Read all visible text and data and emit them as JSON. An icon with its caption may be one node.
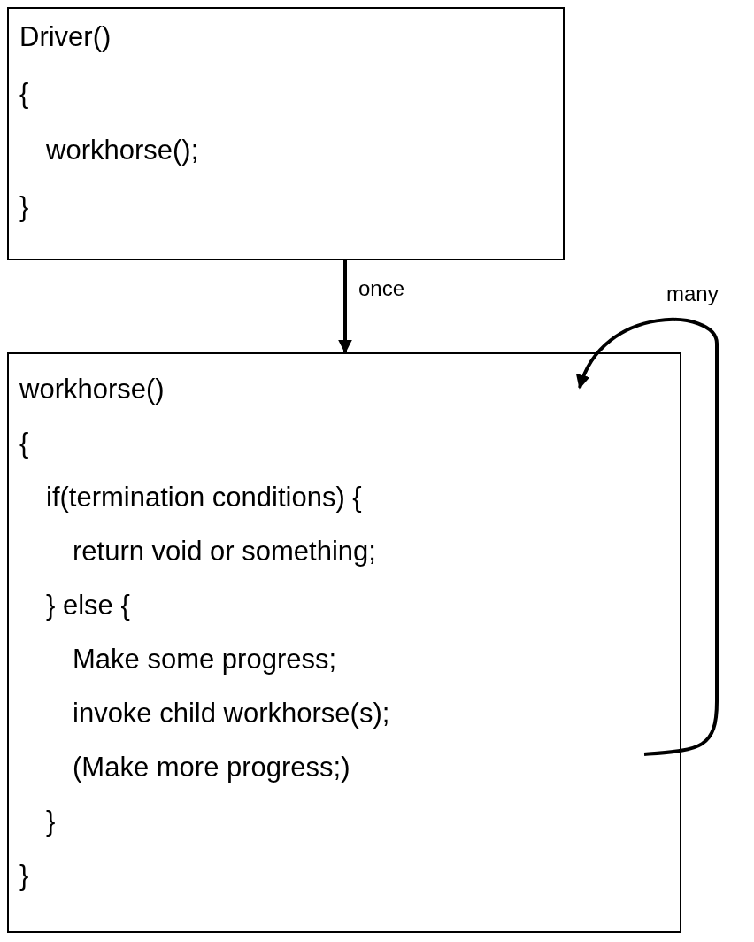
{
  "diagram": {
    "nodes": [
      {
        "text": [
          "Driver()",
          "{",
          "workhorse();",
          "}"
        ]
      },
      {
        "text": [
          "workhorse()",
          "{",
          "if(termination conditions) {",
          "return void or something;",
          "} else {",
          "Make some progress;",
          "invoke child workhorse(s);",
          "(Make more progress;)",
          "}",
          "}"
        ]
      }
    ],
    "edges": [
      {
        "from": 0,
        "to": 1,
        "arrow": "to",
        "label": "once"
      },
      {
        "from": 1,
        "to": 1,
        "arrow": "to",
        "label": "many"
      }
    ]
  }
}
